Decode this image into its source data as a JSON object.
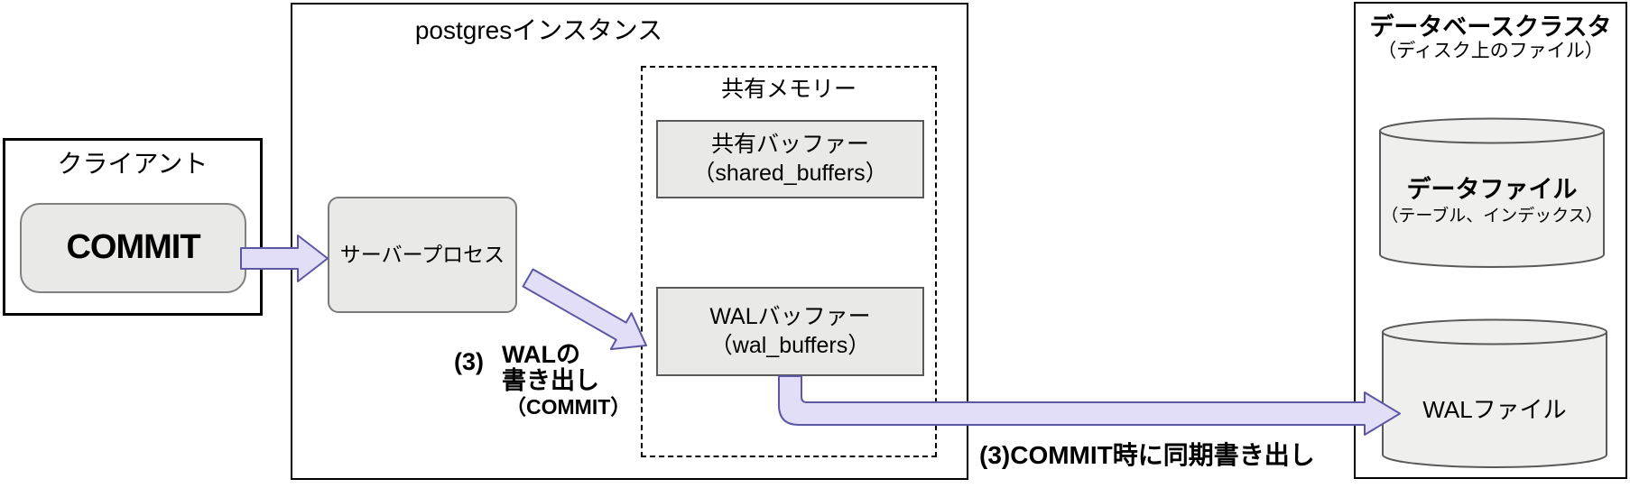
{
  "client": {
    "title": "クライアント",
    "commit_label": "COMMIT"
  },
  "postgres": {
    "title": "postgresインスタンス",
    "server_process_label": "サーバープロセス",
    "shared_memory": {
      "title": "共有メモリー",
      "shared_buffers": {
        "line1": "共有バッファー",
        "line2": "（shared_buffers）"
      },
      "wal_buffers": {
        "line1": "WALバッファー",
        "line2": "（wal_buffers）"
      }
    }
  },
  "cluster": {
    "title": "データベースクラスタ",
    "subtitle": "（ディスク上のファイル）",
    "data_file": {
      "label": "データファイル",
      "sublabel": "（テーブル、インデックス）"
    },
    "wal_file": {
      "label": "WALファイル"
    }
  },
  "annotations": {
    "wal_write": {
      "step": "(3)",
      "line1": "WALの",
      "line2": "書き出し",
      "line3": "（COMMIT）"
    },
    "sync_write": "(3)COMMIT時に同期書き出し"
  },
  "colors": {
    "arrow_fill": "#E3DEF8",
    "arrow_stroke": "#5B57A5",
    "box_fill": "#E9E9E7",
    "cylinder_fill": "#EFEFED"
  }
}
